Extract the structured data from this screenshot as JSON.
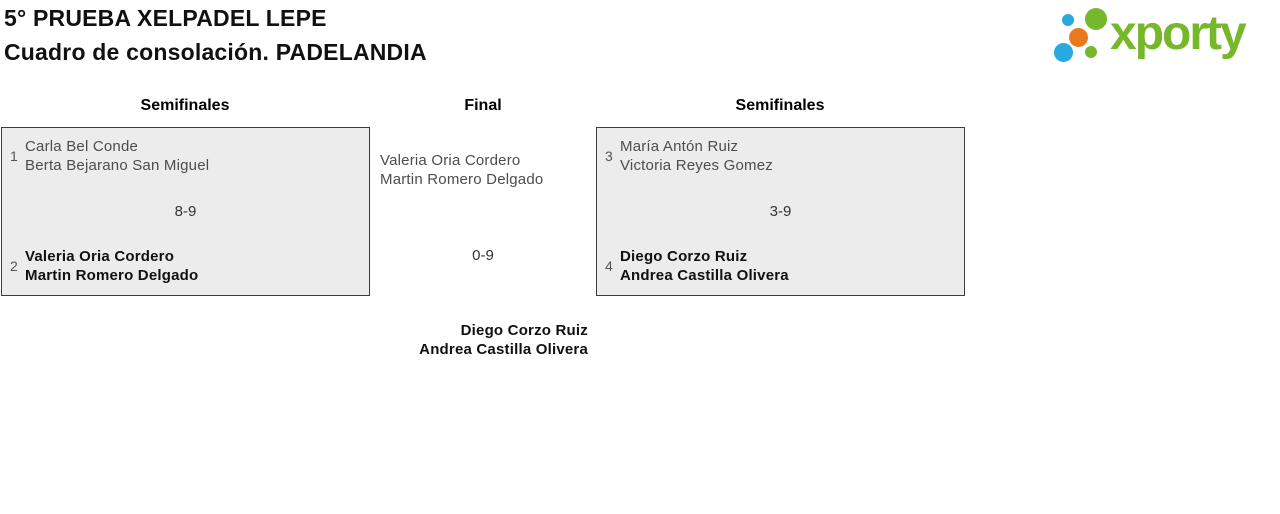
{
  "header": {
    "title_line1": "5° PRUEBA XELPADEL LEPE",
    "title_line2": "Cuadro de consolación. PADELANDIA"
  },
  "logo": {
    "brand": "xporty",
    "colors": {
      "green": "#76b82a",
      "blue": "#29a9e0",
      "orange": "#e8791d"
    }
  },
  "bracket": {
    "rounds": [
      {
        "label": "Semifinales"
      },
      {
        "label": "Final"
      },
      {
        "label": "Semifinales"
      }
    ],
    "semifinals": [
      {
        "score": "8-9",
        "teams": [
          {
            "seed": "1",
            "player1": "Carla Bel Conde",
            "player2": "Berta Bejarano San Miguel",
            "winner": false
          },
          {
            "seed": "2",
            "player1": "Valeria Oria Cordero",
            "player2": "Martin Romero Delgado",
            "winner": true
          }
        ]
      },
      {
        "score": "3-9",
        "teams": [
          {
            "seed": "3",
            "player1": "María Antón Ruiz",
            "player2": "Victoria Reyes Gomez",
            "winner": false
          },
          {
            "seed": "4",
            "player1": "Diego Corzo Ruiz",
            "player2": "Andrea Castilla Olivera",
            "winner": true
          }
        ]
      }
    ],
    "final": {
      "score": "0-9",
      "finalist": {
        "player1": "Valeria Oria Cordero",
        "player2": "Martin Romero Delgado",
        "winner": false
      },
      "champion": {
        "player1": "Diego Corzo Ruiz",
        "player2": "Andrea Castilla Olivera",
        "winner": true
      }
    }
  },
  "colors": {
    "box_background": "#ececec",
    "box_border": "#3c3c3c",
    "text_primary": "#111111",
    "text_secondary": "#4d4d4d"
  }
}
